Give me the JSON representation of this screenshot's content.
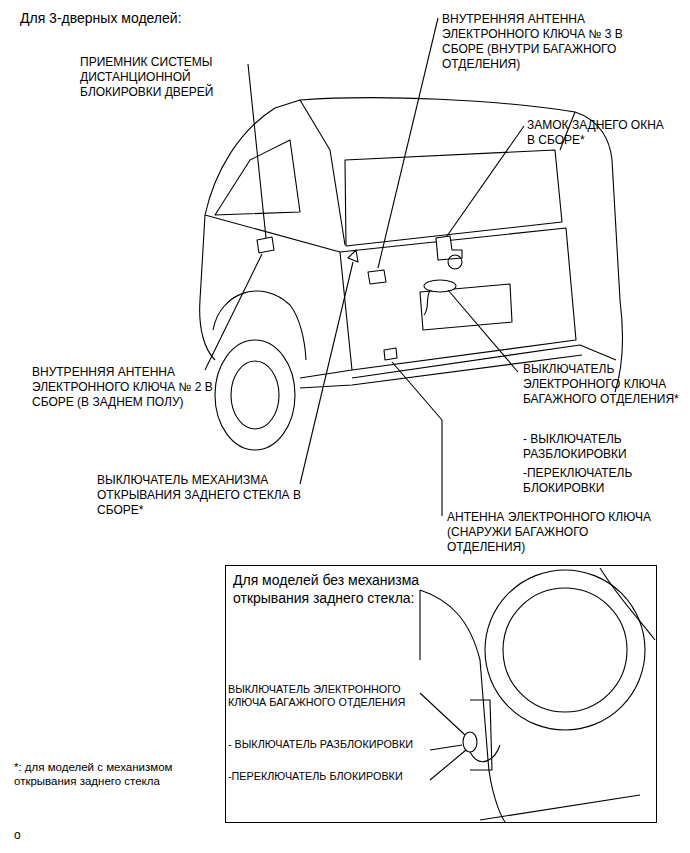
{
  "diagram": {
    "title": "Для 3-дверных моделей:",
    "caption": "*: для моделей с механизмом открывания заднего стекла",
    "nodes": [
      {
        "text": [
          "Для моделей без механизма открывания заднего стекла:"
        ]
      }
    ],
    "labels": [
      "ПРИЕМНИК СИСТЕМЫ ДИСТАНЦИОННОЙ БЛОКИРОВКИ ДВЕРЕЙ",
      "ВНУТРЕННЯЯ АНТЕННА ЭЛЕКТРОННОГО КЛЮЧА № 3 В СБОРЕ (ВНУТРИ БАГАЖНОГО ОТДЕЛЕНИЯ)",
      "ЗАМОК ЗАДНЕГО ОКНА В СБОРЕ*",
      "ВНУТРЕННЯЯ АНТЕННА ЭЛЕКТРОННОГО КЛЮЧА № 2 В СБОРЕ (В ЗАДНЕМ ПОЛУ)",
      "ВЫКЛЮЧАТЕЛЬ ЭЛЕКТРОННОГО КЛЮЧА БАГАЖНОГО ОТДЕЛЕНИЯ*",
      "- ВЫКЛЮЧАТЕЛЬ РАЗБЛОКИРОВКИ",
      "-ПЕРЕКЛЮЧАТЕЛЬ БЛОКИРОВКИ",
      "ВЫКЛЮЧАТЕЛЬ МЕХАНИЗМА ОТКРЫВАНИЯ ЗАДНЕГО СТЕКЛА В СБОРЕ*",
      "АНТЕННА ЭЛЕКТРОННОГО КЛЮЧА (СНАРУЖИ БАГАЖНОГО ОТДЕЛЕНИЯ)",
      "ВЫКЛЮЧАТЕЛЬ ЭЛЕКТРОННОГО КЛЮЧА БАГАЖНОГО ОТДЕЛЕНИЯ",
      "- ВЫКЛЮЧАТЕЛЬ РАЗБЛОКИРОВКИ",
      "-ПЕРЕКЛЮЧАТЕЛЬ БЛОКИРОВКИ",
      "o"
    ]
  }
}
